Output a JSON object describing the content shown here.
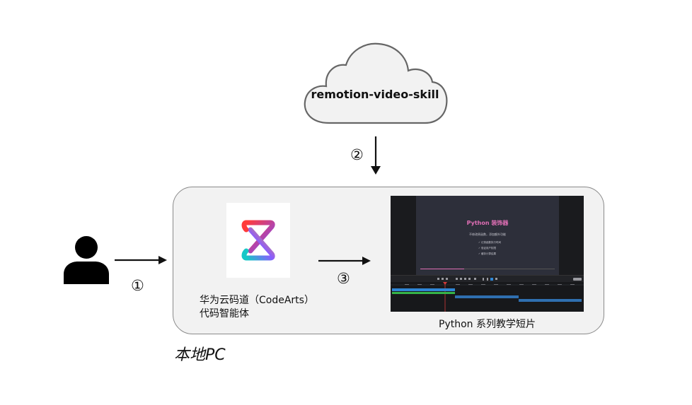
{
  "cloud": {
    "label": "remotion-video-skill"
  },
  "steps": {
    "one": "①",
    "two": "②",
    "three": "③"
  },
  "local_pc": {
    "label": "本地PC"
  },
  "agent": {
    "line1": "华为云码道（CodeArts）",
    "line2": "代码智能体"
  },
  "video": {
    "caption": "Python 系列教学短片",
    "preview_title": "Python 装饰器",
    "preview_subtitle": "不修改原函数，添加额外功能",
    "bullets": [
      "✓ 记录函数执行时间",
      "✓ 验证用户权限",
      "✓ 缓存计算结果"
    ]
  },
  "colors": {
    "box_fill": "#f2f2f2",
    "box_border": "#8a8a8a",
    "cloud_border": "#666666",
    "accent_pink": "#e06fb5",
    "track_blue": "#2f86d6",
    "track_green": "#35b44a"
  },
  "icons": {
    "user": "person-silhouette-icon",
    "agent": "codearts-logo-icon",
    "source": "cloud-icon"
  }
}
